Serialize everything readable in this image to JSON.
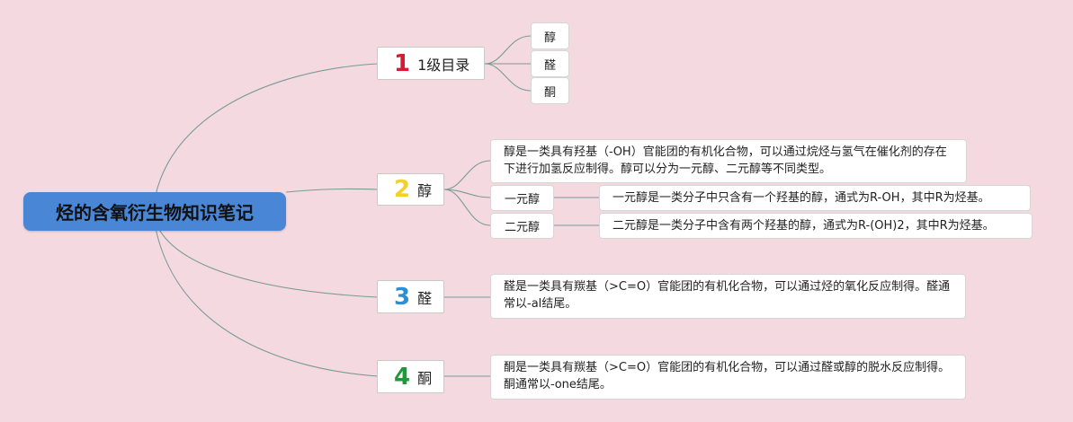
{
  "root": {
    "title": "烃的含氧衍生物知识笔记",
    "color": "#4a86d6"
  },
  "branches": [
    {
      "number": "1",
      "number_color": "#d8192f",
      "label": "1级目录",
      "children": [
        "醇",
        "醛",
        "酮"
      ]
    },
    {
      "number": "2",
      "number_color": "#f4d02a",
      "label": "醇",
      "description": "醇是一类具有羟基（-OH）官能团的有机化合物，可以通过烷烃与氢气在催化剂的存在下进行加氢反应制得。醇可以分为一元醇、二元醇等不同类型。",
      "children": [
        {
          "label": "一元醇",
          "detail": "一元醇是一类分子中只含有一个羟基的醇，通式为R-OH，其中R为烃基。"
        },
        {
          "label": "二元醇",
          "detail": "二元醇是一类分子中含有两个羟基的醇，通式为R-(OH)2，其中R为烃基。"
        }
      ]
    },
    {
      "number": "3",
      "number_color": "#2a8fd4",
      "label": "醛",
      "description": "醛是一类具有羰基（>C=O）官能团的有机化合物，可以通过烃的氧化反应制得。醛通常以-al结尾。"
    },
    {
      "number": "4",
      "number_color": "#1f9a3a",
      "label": "酮",
      "description": "酮是一类具有羰基（>C=O）官能团的有机化合物，可以通过醛或醇的脱水反应制得。酮通常以-one结尾。"
    }
  ],
  "edge_color": "#7a9a96"
}
